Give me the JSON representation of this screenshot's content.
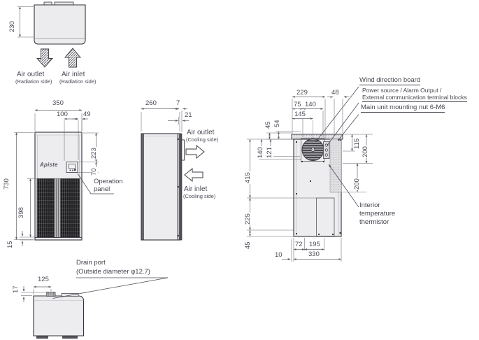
{
  "brand": "Apiste",
  "top_view": {
    "depth": "230",
    "air_outlet": "Air outlet",
    "air_outlet_side": "(Radiation side)",
    "air_inlet": "Air inlet",
    "air_inlet_side": "(Radiation side)"
  },
  "front_view": {
    "width": "350",
    "panel_offset_x": "100",
    "panel_offset_right": "49",
    "height": "730",
    "grille_height": "398",
    "base_height": "15",
    "panel_offset_top": "223",
    "panel_height": "70",
    "operation_panel_line1": "Operation",
    "operation_panel_line2": "panel"
  },
  "side_view": {
    "depth": "260",
    "plate_thickness": "7",
    "flange_offset": "21",
    "air_outlet": "Air outlet",
    "air_outlet_side": "(Cooling side)",
    "air_inlet": "Air inlet",
    "air_inlet_side": "(Cooling side)"
  },
  "rear_view": {
    "top_width": "229",
    "board_width": "48",
    "fan_offset_left": "75",
    "fan_width": "140",
    "fan_center": "145",
    "top_gap": "45",
    "plate_gap": "54",
    "fan_drop": "140",
    "fan_center_drop": "121",
    "body_upper": "415",
    "body_lower": "225",
    "base": "45",
    "right_offset": "115",
    "right_upper": "200",
    "right_lower": "200",
    "cutout_offset": "72",
    "cutout_width": "195",
    "plate_lip": "10",
    "body_width": "330",
    "label_wind": "Wind direction board",
    "label_power_line1": "Power source / Alarm Output /",
    "label_power_line2": "External communication terminal blocks",
    "label_nut": "Main unit mounting nut 6-M6",
    "label_thermistor_line1": "Interior",
    "label_thermistor_line2": "temperature",
    "label_thermistor_line3": "thermistor"
  },
  "bottom_view": {
    "drain_offset": "125",
    "drain_depth": "17",
    "drain_line1": "Drain port",
    "drain_line2": "(Outside diameter φ12.7)"
  }
}
